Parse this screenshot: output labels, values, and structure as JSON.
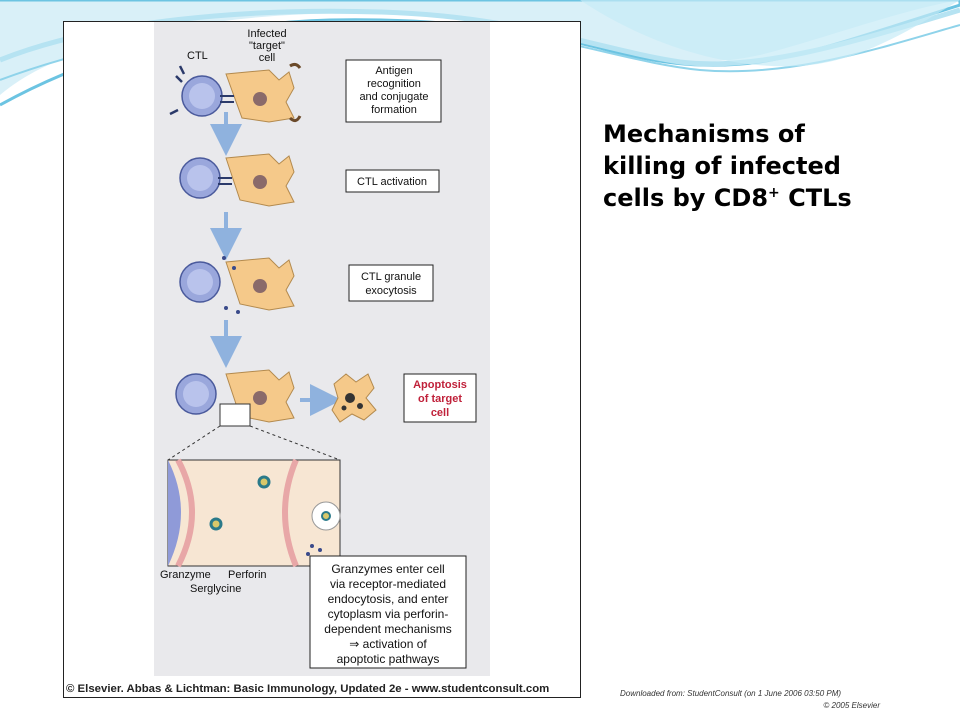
{
  "slide": {
    "title_lines": [
      "Mechanisms of",
      "killing of infected"
    ],
    "title_line3_prefix": "cells by CD8",
    "title_superscript": "+",
    "title_line3_suffix": " CTLs"
  },
  "figure": {
    "labels": {
      "ctl": "CTL",
      "infected_target": [
        "Infected",
        "\"target\"",
        "cell"
      ],
      "step1": [
        "Antigen",
        "recognition",
        "and conjugate",
        "formation"
      ],
      "step2": [
        "CTL activation"
      ],
      "step3": [
        "CTL granule",
        "exocytosis"
      ],
      "step4": [
        "Apoptosis",
        "of target",
        "cell"
      ],
      "granzyme": "Granzyme",
      "perforin": "Perforin",
      "serglycine": "Serglycine",
      "mechanism": [
        "Granzymes enter cell",
        "via receptor-mediated",
        "endocytosis, and enter",
        "cytoplasm via perforin-",
        "dependent mechanisms",
        "⇒ activation of",
        "apoptotic pathways"
      ]
    },
    "caption": "© Elsevier. Abbas & Lichtman: Basic Immunology, Updated 2e - www.studentconsult.com"
  },
  "source": {
    "downloaded": "Downloaded from: StudentConsult (on 1 June 2006 03:50 PM)",
    "copyright": "© 2005 Elsevier"
  },
  "colors": {
    "ctl_cell": "#9aa7dc",
    "target_cell": "#f5c98a",
    "arrow": "#8fb2de",
    "apoptosis_text": "#c0213a",
    "panel": "#e9e9ec",
    "wave": "#5bc0de"
  }
}
